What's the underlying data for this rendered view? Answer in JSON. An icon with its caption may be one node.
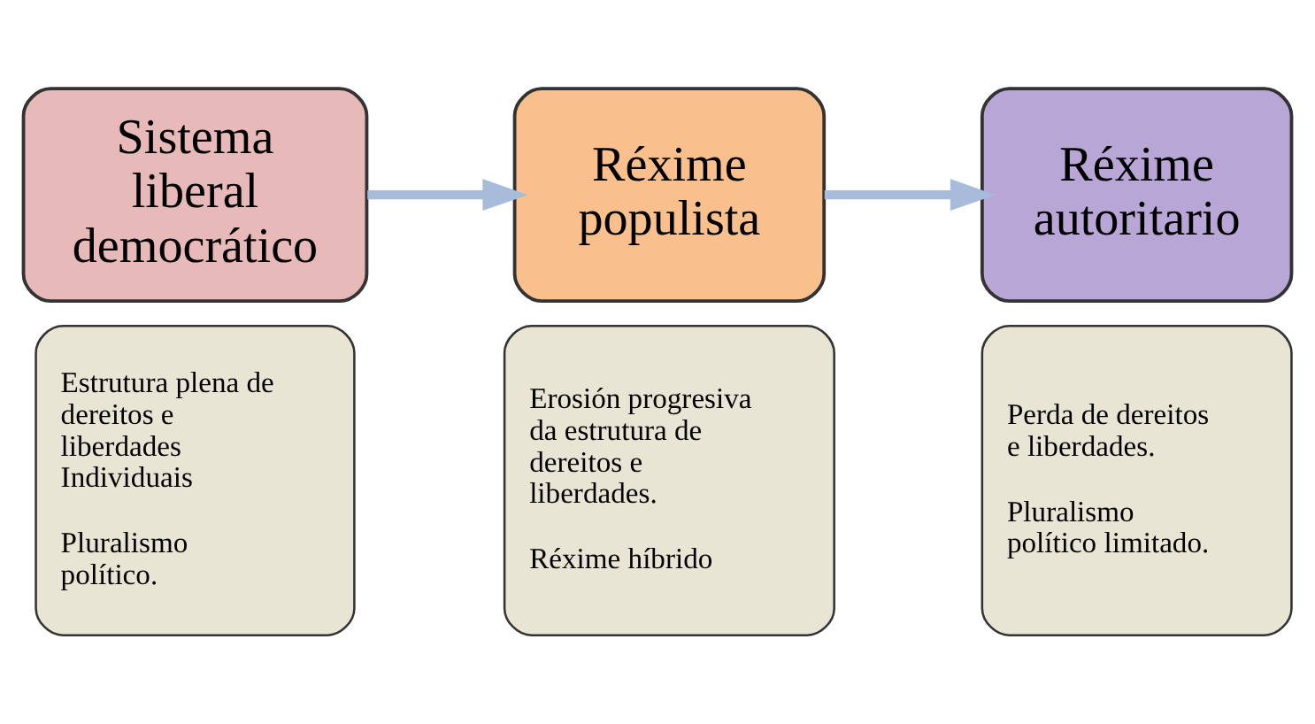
{
  "diagram": {
    "nodes": [
      {
        "text": [
          "Sistema liberal democrático"
        ]
      },
      {
        "text": [
          "Estrutura plena de dereitos e liberdades Individuais",
          "Pluralismo político."
        ]
      },
      {
        "text": [
          "Réxime populista"
        ]
      },
      {
        "text": [
          "Erosión progresiva da estrutura de dereitos e liberdades.",
          "Réxime híbrido"
        ]
      },
      {
        "text": [
          "Réxime autoritario"
        ]
      },
      {
        "text": [
          "Perda de dereitos e liberdades.",
          "Pluralismo político limitado."
        ]
      }
    ],
    "edges": [
      {
        "from": 0,
        "to": 2,
        "arrow": "to"
      },
      {
        "from": 2,
        "to": 4,
        "arrow": "to"
      }
    ]
  }
}
